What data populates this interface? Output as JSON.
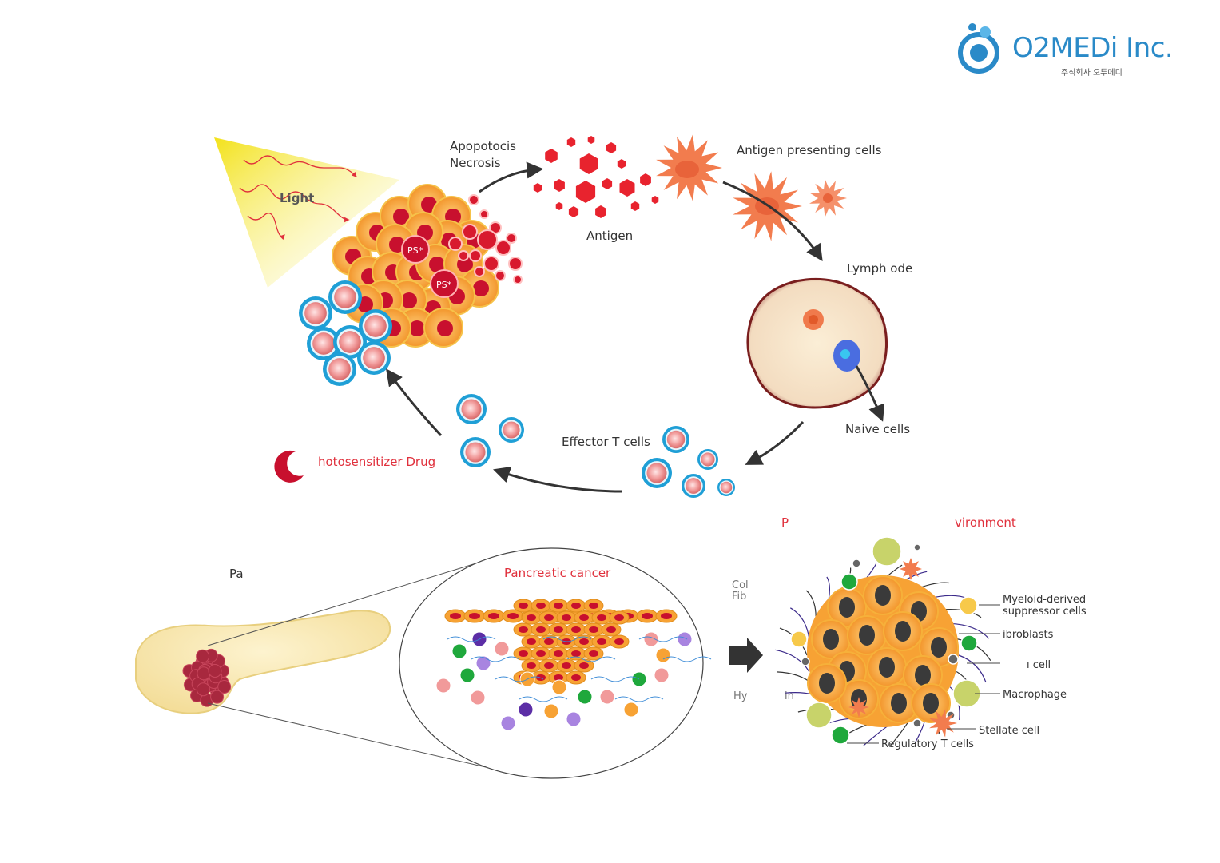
{
  "logo": {
    "name": "O2MEDi Inc.",
    "subtitle": "주식회사 오투메디"
  },
  "cycle": {
    "light": "Light",
    "ps1": "PS*",
    "ps2": "PS*",
    "apoptosis": "Apopotocis",
    "necrosis": "Necrosis",
    "antigen": "Antigen",
    "apc": "Antigen presenting cells",
    "lymph_node": "Lymph  ode",
    "naive": "Naive cells",
    "effector": "Effector T cells",
    "drug": "hotosensitizer Drug"
  },
  "bottom": {
    "pancreas_label": "Pa",
    "cancer_label": "Pancreatic cancer",
    "tme_title_left": "P",
    "tme_title_right": "vironment",
    "coll_line1": "Col",
    "coll_line2": "Fib",
    "hy_left": "Hy",
    "hy_right": "in",
    "tme_labels": {
      "mdsc_line1": "Myeloid-derived",
      "mdsc_line2": "suppressor cells",
      "fibroblasts": "ibroblasts",
      "cell": "ı cell",
      "macrophage": "Macrophage",
      "stellate": "Stellate cell",
      "treg": "Regulatory T cells"
    }
  },
  "colors": {
    "brand_blue": "#2a8ac8",
    "tumor_orange": "#f7a234",
    "nucleus_red": "#c8102e",
    "tcell_blue": "#1f9fd6",
    "label_red": "#e0303c",
    "light_yellow": "#f6e84a"
  }
}
